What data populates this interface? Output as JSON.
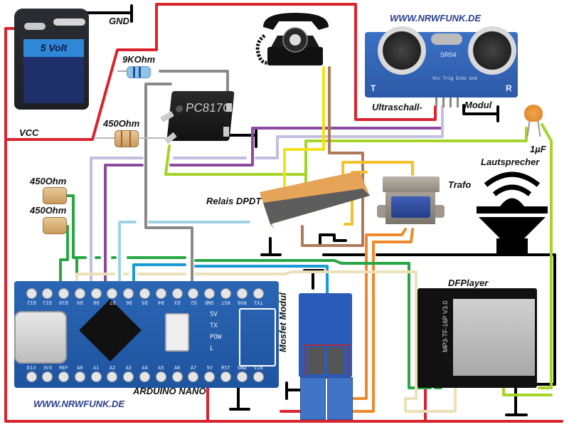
{
  "labels": {
    "gnd": "GND",
    "vcc": "VCC",
    "battery": "5 Volt",
    "r_9k": "9KOhm",
    "r_450_opto": "450Ohm",
    "r_450_a": "450Ohm",
    "r_450_b": "450Ohm",
    "optocoupler": "PC817C",
    "relay": "Relais DPDT",
    "transformer": "Trafo",
    "speaker": "Lautsprecher",
    "capacitor": "1µF",
    "ultrasonic_left": "Ultraschall-",
    "ultrasonic_right": "Modul",
    "ultrasonic_chip": "SR04",
    "mosfet": "Mosfet Modul",
    "dfplayer": "DFPlayer",
    "dfplayer_chip": "MP3-TF-16P V3.0",
    "arduino": "ARDUINO NANO",
    "url_top": "WWW.NRWFUNK.DE",
    "url_bottom": "WWW.NRWFUNK.DE"
  },
  "arduino": {
    "top_pins": [
      "D12",
      "D11",
      "D10",
      "D9",
      "D8",
      "D7",
      "D6",
      "D5",
      "D4",
      "D3",
      "D2",
      "GND",
      "RST",
      "RX0",
      "TX1"
    ],
    "bottom_pins": [
      "D13",
      "3V3",
      "REF",
      "A0",
      "A1",
      "A2",
      "A3",
      "A4",
      "A5",
      "A6",
      "A7",
      "5V",
      "RST",
      "GND",
      "VIN"
    ],
    "leds": [
      "5V",
      "TX",
      "POW",
      "L"
    ]
  },
  "ultrasonic": {
    "pins": [
      "Vcc",
      "Trig",
      "Echo",
      "Gnd"
    ],
    "transducers": [
      "T",
      "R"
    ]
  },
  "wire_colors": {
    "power": "#d9232d",
    "ground": "#000000",
    "grey": "#8a8a8a",
    "purple": "#8e4a9e",
    "lavender": "#c3bde0",
    "lime": "#a6d32a",
    "yellow": "#f2e21d",
    "brown": "#b07a5a",
    "gold": "#f4c12a",
    "orange": "#ef8a2c",
    "green": "#27a744",
    "lightblue": "#9fd3e3",
    "blue": "#1a9ad6",
    "beige": "#ece0b8"
  }
}
